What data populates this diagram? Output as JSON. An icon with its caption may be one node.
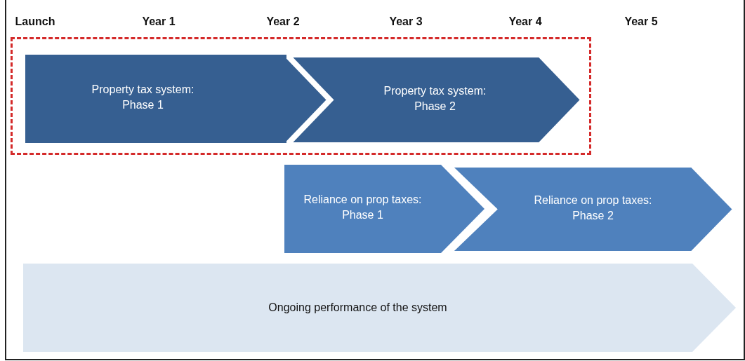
{
  "diagram": {
    "nodes": [
      {
        "text": [],
        "shape": "box"
      },
      {
        "text": [
          "Property tax system: Phase 1"
        ],
        "in": 0
      },
      {
        "text": [
          "Property tax system: Phase 2"
        ],
        "in": 0
      },
      {
        "text": [
          "Reliance on prop taxes: Phase 1"
        ]
      },
      {
        "text": [
          "Reliance on prop taxes: Phase 2"
        ]
      },
      {
        "text": [
          "Ongoing performance of the system"
        ]
      }
    ],
    "edges": [],
    "labels": [
      "Launch",
      "Year 1",
      "Year 2",
      "Year 3",
      "Year 4",
      "Year 5"
    ]
  }
}
